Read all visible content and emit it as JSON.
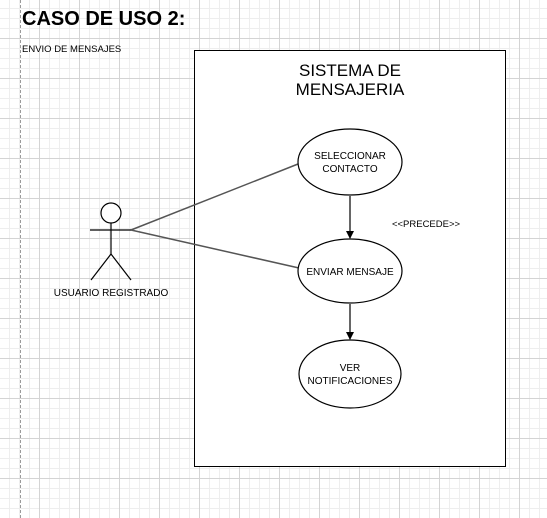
{
  "page": {
    "title": "CASO DE USO 2:",
    "subtitle": "ENVIO DE MENSAJES"
  },
  "diagram": {
    "system": {
      "title_line1": "SISTEMA DE",
      "title_line2": "MENSAJERIA"
    },
    "actor": {
      "label": "USUARIO REGISTRADO",
      "icon": "stick-figure-icon"
    },
    "use_cases": [
      {
        "line1": "SELECCIONAR",
        "line2": "CONTACTO"
      },
      {
        "line1": "ENVIAR MENSAJE"
      },
      {
        "line1": "VER",
        "line2": "NOTIFICACIONES"
      }
    ],
    "relationship_label": "<<PRECEDE>>",
    "colors": {
      "stroke": "#000000",
      "association_line": "#555555",
      "canvas_background": "#ffffff",
      "grid_line": "#d4d4d4"
    }
  }
}
